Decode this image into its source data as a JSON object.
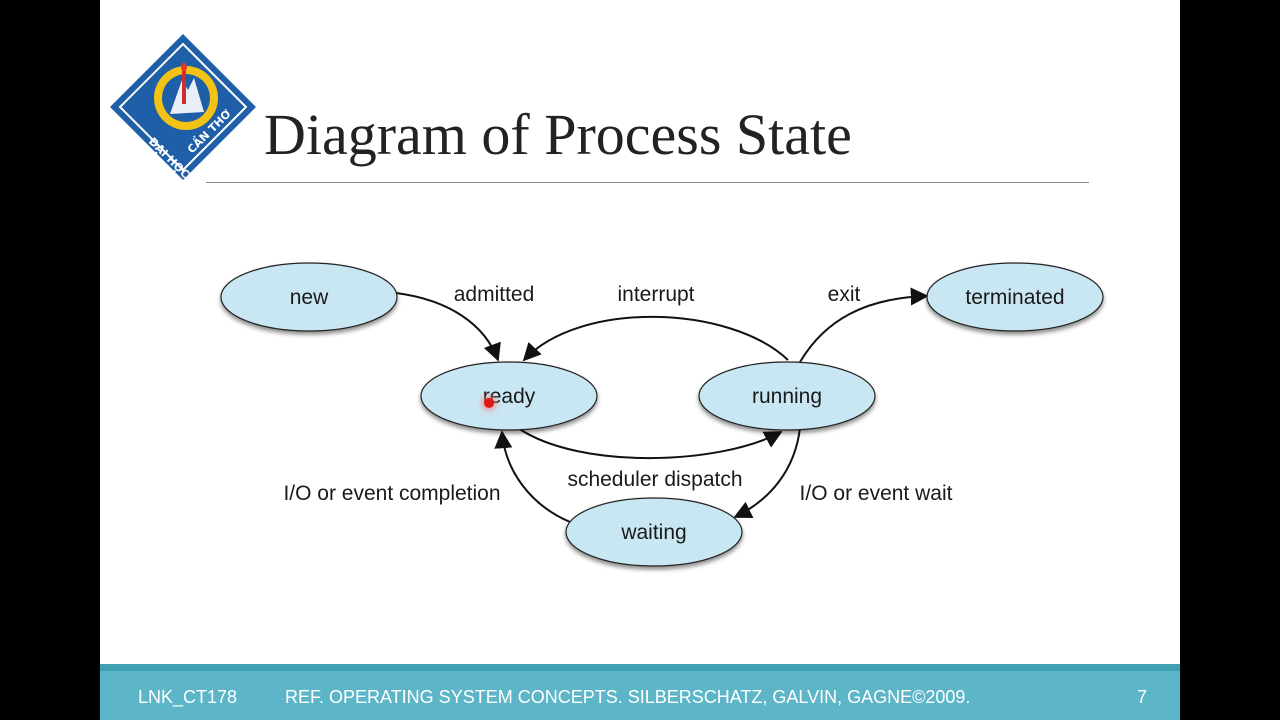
{
  "slide": {
    "title": "Diagram of Process State",
    "slide_number": "7"
  },
  "footer": {
    "course": "LNK_CT178",
    "reference": "REF. OPERATING SYSTEM CONCEPTS. SILBERSCHATZ, GALVIN, GAGNE©2009.",
    "page": "7"
  },
  "logo": {
    "text": "ĐẠI HỌC CẦN THƠ",
    "icon": "university-crest-icon"
  },
  "diagram": {
    "states": {
      "new": "new",
      "ready": "ready",
      "running": "running",
      "terminated": "terminated",
      "waiting": "waiting"
    },
    "transitions": {
      "admitted": "admitted",
      "interrupt": "interrupt",
      "exit": "exit",
      "scheduler_dispatch": "scheduler dispatch",
      "io_event_completion": "I/O or event completion",
      "io_event_wait": "I/O or event wait"
    }
  },
  "colors": {
    "background": "#000000",
    "slide_bg": "#ffffff",
    "state_fill": "#c9e7f3",
    "footer_bg": "#5cb6c8",
    "logo_blue": "#1f5fa8",
    "logo_yellow": "#f2c214"
  }
}
